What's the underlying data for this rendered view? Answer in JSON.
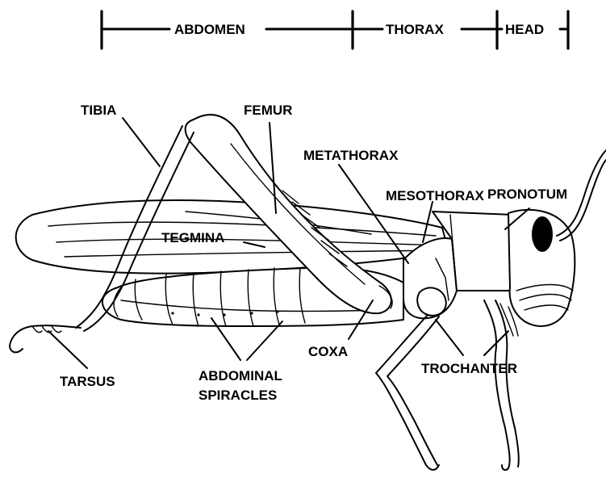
{
  "segments": {
    "abdomen": "ABDOMEN",
    "thorax": "THORAX",
    "head": "HEAD"
  },
  "labels": {
    "tibia": "TIBIA",
    "femur": "FEMUR",
    "metathorax": "METATHORAX",
    "pronotum": "PRONOTUM",
    "mesothorax": "MESOTHORAX",
    "tegmina": "TEGMINA",
    "coxa": "COXA",
    "trochanter": "TROCHANTER",
    "tarsus": "TARSUS",
    "abdominal_line1": "ABDOMINAL",
    "abdominal_line2": "SPIRACLES"
  }
}
